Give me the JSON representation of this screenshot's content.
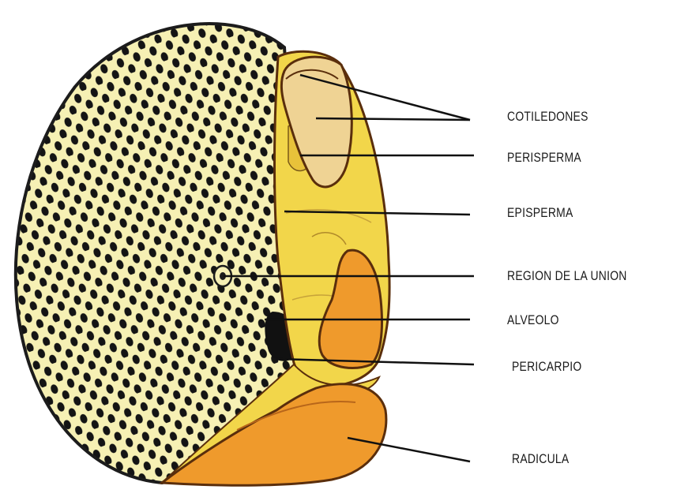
{
  "diagram": {
    "labels": {
      "cotiledones": "COTILEDONES",
      "perisperma": "PERISPERMA",
      "episperma": "EPISPERMA",
      "region_union": "REGION DE LA UNION",
      "alveolo": "ALVEOLO",
      "pericarpio": "PERICARPIO",
      "radicula": "RADICULA"
    },
    "colors": {
      "seed_cream": "#f6f0b4",
      "dot_black": "#141414",
      "embryo_yellow": "#f2d64a",
      "cotyledon_tan": "#efd394",
      "radicle_orange": "#ef9a2c",
      "outline_brown": "#5a2e0c"
    }
  }
}
